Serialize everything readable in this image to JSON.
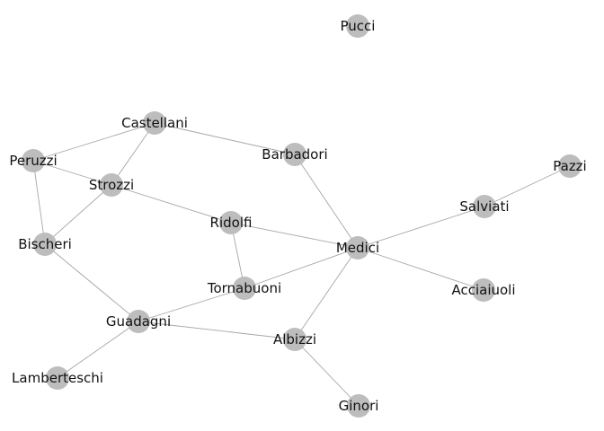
{
  "graph": {
    "nodes": [
      {
        "id": "pucci",
        "label": "Pucci"
      },
      {
        "id": "castellani",
        "label": "Castellani"
      },
      {
        "id": "barbadori",
        "label": "Barbadori"
      },
      {
        "id": "peruzzi",
        "label": "Peruzzi"
      },
      {
        "id": "strozzi",
        "label": "Strozzi"
      },
      {
        "id": "pazzi",
        "label": "Pazzi"
      },
      {
        "id": "salviati",
        "label": "Salviati"
      },
      {
        "id": "ridolfi",
        "label": "Ridolfi"
      },
      {
        "id": "bischeri",
        "label": "Bischeri"
      },
      {
        "id": "medici",
        "label": "Medici"
      },
      {
        "id": "tornabuoni",
        "label": "Tornabuoni"
      },
      {
        "id": "acciaiuoli",
        "label": "Acciaiuoli"
      },
      {
        "id": "guadagni",
        "label": "Guadagni"
      },
      {
        "id": "albizzi",
        "label": "Albizzi"
      },
      {
        "id": "lamberteschi",
        "label": "Lamberteschi"
      },
      {
        "id": "ginori",
        "label": "Ginori"
      }
    ],
    "edges": [
      [
        "castellani",
        "peruzzi"
      ],
      [
        "castellani",
        "strozzi"
      ],
      [
        "castellani",
        "barbadori"
      ],
      [
        "peruzzi",
        "strozzi"
      ],
      [
        "peruzzi",
        "bischeri"
      ],
      [
        "strozzi",
        "bischeri"
      ],
      [
        "strozzi",
        "ridolfi"
      ],
      [
        "barbadori",
        "medici"
      ],
      [
        "pazzi",
        "salviati"
      ],
      [
        "salviati",
        "medici"
      ],
      [
        "ridolfi",
        "medici"
      ],
      [
        "ridolfi",
        "tornabuoni"
      ],
      [
        "medici",
        "tornabuoni"
      ],
      [
        "medici",
        "acciaiuoli"
      ],
      [
        "medici",
        "albizzi"
      ],
      [
        "bischeri",
        "guadagni"
      ],
      [
        "tornabuoni",
        "guadagni"
      ],
      [
        "guadagni",
        "albizzi"
      ],
      [
        "guadagni",
        "lamberteschi"
      ],
      [
        "albizzi",
        "ginori"
      ]
    ],
    "colors": {
      "node": "#bdbdbd",
      "edge": "#a6a6a6",
      "label": "#111111",
      "background": "#ffffff"
    }
  }
}
